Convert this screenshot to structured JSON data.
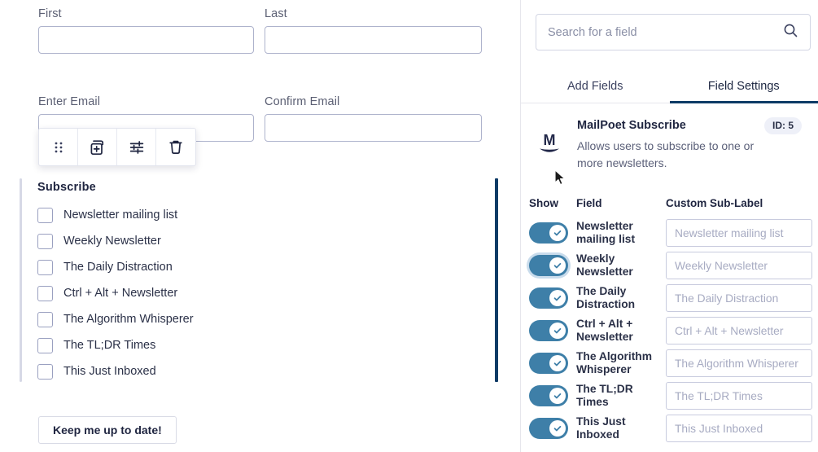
{
  "canvas": {
    "fields": [
      {
        "label": "First",
        "placeholder": ""
      },
      {
        "label": "Last",
        "placeholder": ""
      },
      {
        "label": "Enter Email",
        "placeholder": ""
      },
      {
        "label": "Confirm Email",
        "placeholder": ""
      }
    ],
    "block_toolbar": {
      "drag_title": "Drag",
      "duplicate_title": "Duplicate",
      "settings_title": "Field Settings",
      "delete_title": "Delete",
      "icons": [
        "drag-handle-icon",
        "duplicate-icon",
        "sliders-icon",
        "trash-icon"
      ]
    },
    "subscribe": {
      "title": "Subscribe",
      "options": [
        "Newsletter mailing list",
        "Weekly Newsletter",
        "The Daily Distraction",
        "Ctrl + Alt + Newsletter",
        "The Algorithm Whisperer",
        "The TL;DR Times",
        "This Just Inboxed"
      ]
    },
    "submit_label": "Keep me up to date!"
  },
  "panel": {
    "search": {
      "placeholder": "Search for a field",
      "icon": "search-icon"
    },
    "tabs": [
      {
        "label": "Add Fields",
        "active": false
      },
      {
        "label": "Field Settings",
        "active": true
      }
    ],
    "field_info": {
      "logo": "mailpoet-logo-icon",
      "title": "MailPoet Subscribe",
      "description": "Allows users to subscribe to one or more newsletters.",
      "id_badge": "ID: 5"
    },
    "columns": {
      "show": "Show",
      "field": "Field",
      "sublabel": "Custom Sub-Label"
    },
    "rows": [
      {
        "enabled": true,
        "focused": false,
        "field": "Newsletter mailing list",
        "sublabel_placeholder": "Newsletter mailing list"
      },
      {
        "enabled": true,
        "focused": true,
        "field": "Weekly Newsletter",
        "sublabel_placeholder": "Weekly Newsletter"
      },
      {
        "enabled": true,
        "focused": false,
        "field": "The Daily Distraction",
        "sublabel_placeholder": "The Daily Distraction"
      },
      {
        "enabled": true,
        "focused": false,
        "field": "Ctrl + Alt + Newsletter",
        "sublabel_placeholder": "Ctrl + Alt + Newsletter"
      },
      {
        "enabled": true,
        "focused": false,
        "field": "The Algorithm Whisperer",
        "sublabel_placeholder": "The Algorithm Whisperer"
      },
      {
        "enabled": true,
        "focused": false,
        "field": "The TL;DR Times",
        "sublabel_placeholder": "The TL;DR Times"
      },
      {
        "enabled": true,
        "focused": false,
        "field": "This Just Inboxed",
        "sublabel_placeholder": "This Just Inboxed"
      }
    ]
  },
  "colors": {
    "toggle_on": "#3e7fa8",
    "accent_navy": "#0d3b66",
    "block_left_bar": "#d6d8e6",
    "badge_bg": "#eef0f8",
    "input_border": "#aeb3cc"
  }
}
